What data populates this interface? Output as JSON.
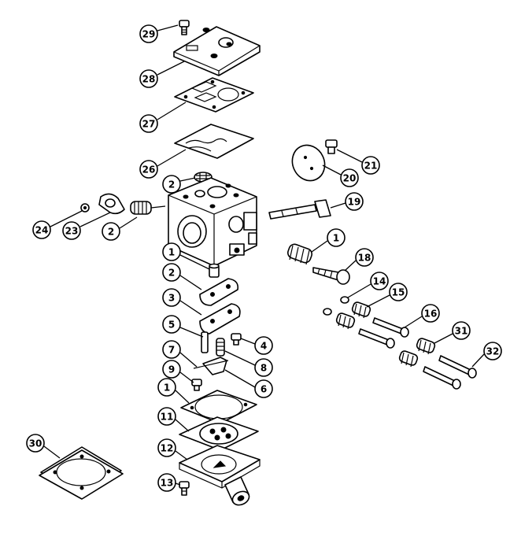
{
  "callouts": [
    {
      "id": "c29",
      "label": "29"
    },
    {
      "id": "c28",
      "label": "28"
    },
    {
      "id": "c27",
      "label": "27"
    },
    {
      "id": "c26",
      "label": "26"
    },
    {
      "id": "c2a",
      "label": "2"
    },
    {
      "id": "c21",
      "label": "21"
    },
    {
      "id": "c20",
      "label": "20"
    },
    {
      "id": "c19",
      "label": "19"
    },
    {
      "id": "c24",
      "label": "24"
    },
    {
      "id": "c23",
      "label": "23"
    },
    {
      "id": "c2b",
      "label": "2"
    },
    {
      "id": "c1a",
      "label": "1"
    },
    {
      "id": "c18",
      "label": "18"
    },
    {
      "id": "c1b",
      "label": "1"
    },
    {
      "id": "c2c",
      "label": "2"
    },
    {
      "id": "c14",
      "label": "14"
    },
    {
      "id": "c15",
      "label": "15"
    },
    {
      "id": "c3",
      "label": "3"
    },
    {
      "id": "c16",
      "label": "16"
    },
    {
      "id": "c5",
      "label": "5"
    },
    {
      "id": "c4",
      "label": "4"
    },
    {
      "id": "c31",
      "label": "31"
    },
    {
      "id": "c32",
      "label": "32"
    },
    {
      "id": "c7",
      "label": "7"
    },
    {
      "id": "c8",
      "label": "8"
    },
    {
      "id": "c9",
      "label": "9"
    },
    {
      "id": "c6",
      "label": "6"
    },
    {
      "id": "c1c",
      "label": "1"
    },
    {
      "id": "c11",
      "label": "11"
    },
    {
      "id": "c30",
      "label": "30"
    },
    {
      "id": "c12",
      "label": "12"
    },
    {
      "id": "c13",
      "label": "13"
    }
  ]
}
